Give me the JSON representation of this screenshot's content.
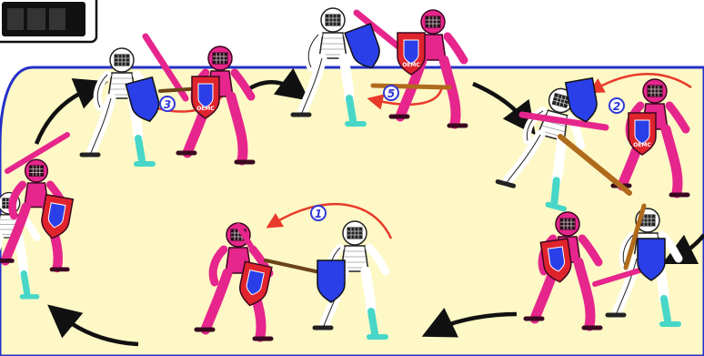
{
  "badge_text": "",
  "shield_tag": "OEMC",
  "step_labels": [
    "1",
    "2",
    "3",
    "5"
  ],
  "colors": {
    "arena_fill": "#fdf8c6",
    "arena_border": "#2530c8",
    "pink_fighter": "#e6268c",
    "white_fighter": "#ffffff",
    "blue_shield": "#2a3fe8",
    "red_shield": "#e0242e",
    "cyan_prosthesis": "#47d6c8",
    "red_arrow": "#e83a2a"
  }
}
